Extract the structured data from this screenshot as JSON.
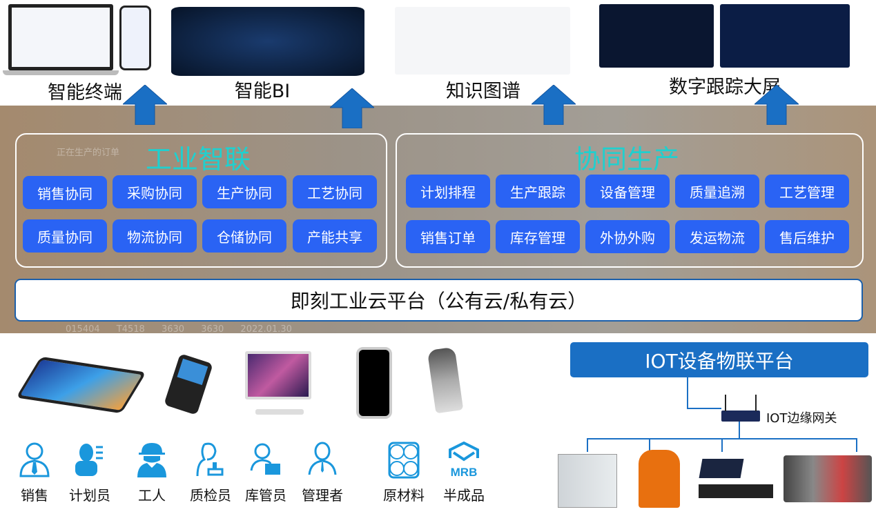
{
  "top_outputs": [
    {
      "label": "智能终端"
    },
    {
      "label": "智能BI"
    },
    {
      "label": "知识图谱"
    },
    {
      "label": "数字跟踪大屏"
    }
  ],
  "background_text": {
    "orders_title": "正在生产的订单",
    "row": [
      "015404",
      "T4518",
      "3630",
      "3630",
      "2022.01.30"
    ]
  },
  "groups": [
    {
      "title": "工业智联",
      "buttons": [
        "销售协同",
        "采购协同",
        "生产协同",
        "工艺协同",
        "质量协同",
        "物流协同",
        "仓储协同",
        "产能共享"
      ]
    },
    {
      "title": "协同生产",
      "buttons": [
        "计划排程",
        "生产跟踪",
        "设备管理",
        "质量追溯",
        "工艺管理",
        "销售订单",
        "库存管理",
        "外协外购",
        "发运物流",
        "售后维护"
      ]
    }
  ],
  "platform": "即刻工业云平台（公有云/私有云）",
  "iot": {
    "title": "IOT设备物联平台",
    "gateway": "IOT边缘网关"
  },
  "roles": [
    "销售",
    "计划员",
    "工人",
    "质检员",
    "库管员",
    "管理者",
    "原材料",
    "半成品"
  ],
  "colors": {
    "primary": "#1a6fc4",
    "button": "#2a63f4",
    "title": "#1fd0cf"
  }
}
